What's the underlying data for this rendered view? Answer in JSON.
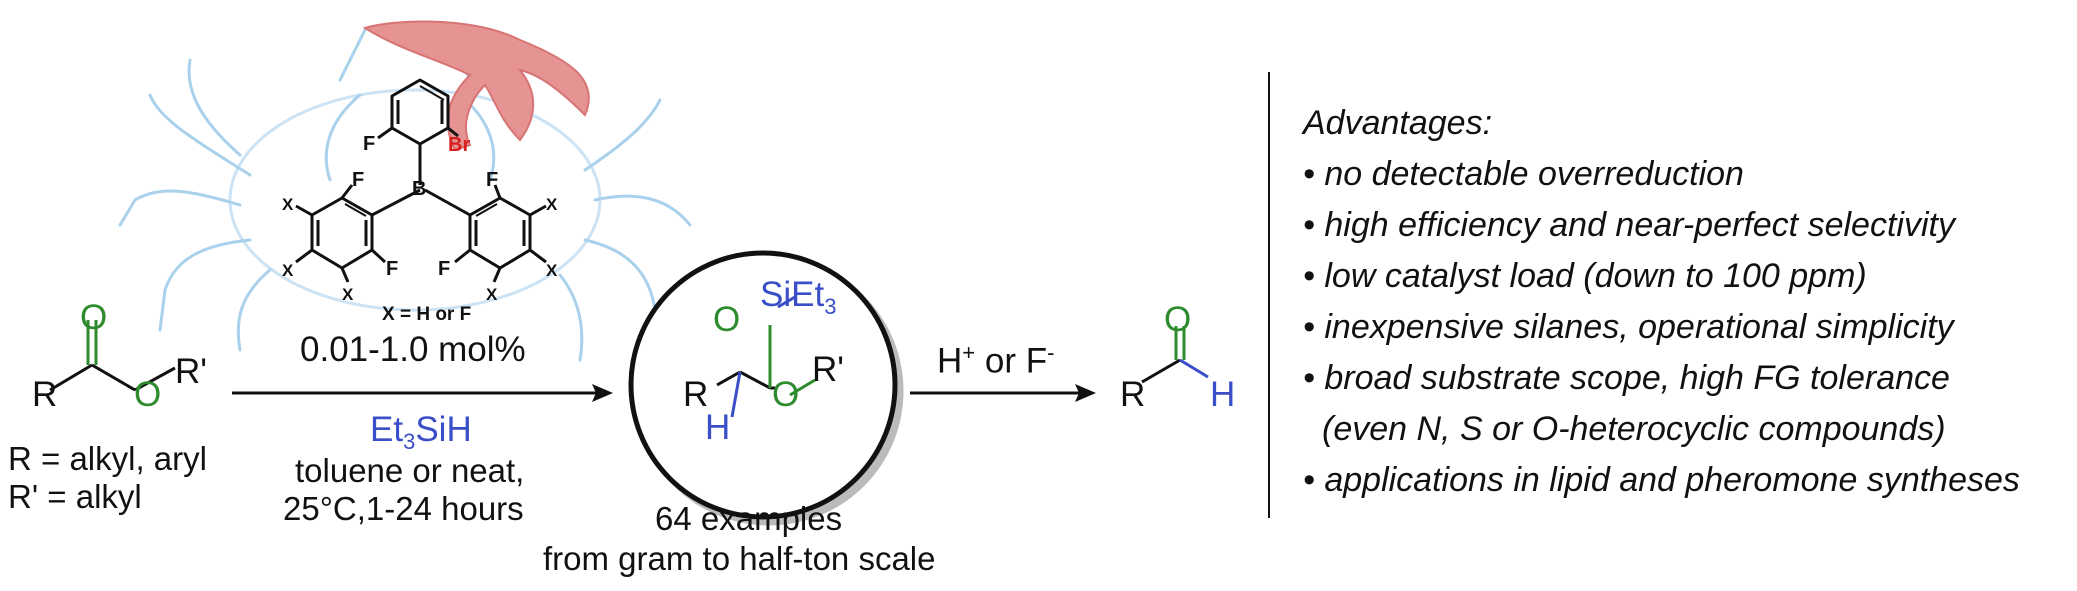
{
  "colors": {
    "carbonyl_oxygen": "#2e8b2e",
    "silicon_reagent": "#3a4fc7",
    "bromine": "#d81f1f",
    "crab_claw": "#e59393",
    "crab_outline": "#a9d1ec",
    "text": "#111111"
  },
  "icons": [
    "crab-icon",
    "catalyst-structure",
    "circled-intermediate",
    "reaction-arrow"
  ],
  "catalyst": {
    "substituent_F_left": "F",
    "substituent_Br": "Br",
    "boron": "B",
    "ring_F_1": "F",
    "ring_F_2": "F",
    "ring_F_3": "F",
    "ring_F_4": "F",
    "x_label": "X",
    "x_legend": "X = H or F",
    "loading": "0.01-1.0 mol%"
  },
  "substrate": {
    "oxygen_carbonyl": "O",
    "oxygen_ester": "O",
    "r_group": "R",
    "r_prime_group": "R'",
    "r_definition": "R  = alkyl, aryl",
    "r_prime_definition": "R' = alkyl"
  },
  "reagent": {
    "name_prefix": "Et",
    "name_subscript": "3",
    "name_suffix": "SiH",
    "conditions_line1": "toluene or neat,",
    "conditions_line2": "25°C,1-24 hours"
  },
  "intermediate": {
    "oxygen_top": "O",
    "silyl_prefix": "SiEt",
    "silyl_subscript": "3",
    "r_group": "R",
    "hydrogen": "H",
    "oxygen_right": "O",
    "r_prime_group": "R'",
    "examples": "64 examples",
    "scale": "from gram to half-ton scale"
  },
  "step2": {
    "h_label": "H",
    "h_superscript": "+",
    "or_word": " or F",
    "f_superscript": "-"
  },
  "product": {
    "oxygen": "O",
    "r_group": "R",
    "hydrogen": "H"
  },
  "advantages": {
    "heading": "Advantages:",
    "items": [
      "• no detectable overreduction",
      "• high efficiency and near-perfect selectivity",
      "• low catalyst load (down to 100 ppm)",
      "• inexpensive silanes, operational simplicity",
      "• broad substrate scope, high FG tolerance",
      "(even N, S or O-heterocyclic compounds)",
      "• applications in lipid and pheromone syntheses"
    ]
  }
}
